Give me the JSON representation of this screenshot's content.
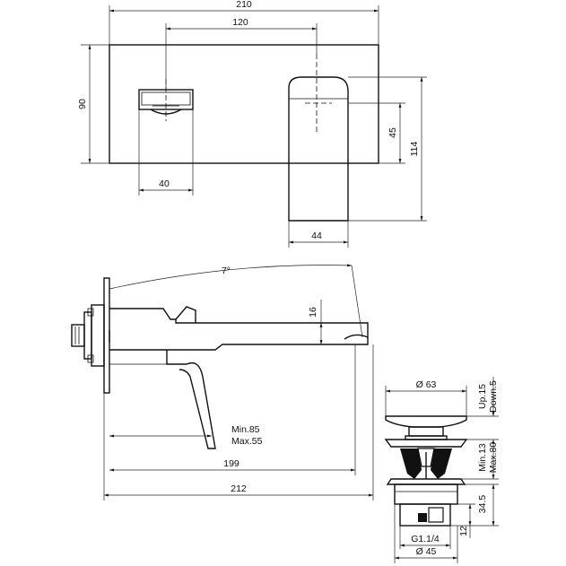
{
  "dimensions": {
    "top_width": "210",
    "spout_spacing": "120",
    "height": "90",
    "lever_width": "40",
    "lever_offset": "45",
    "total_height": "114",
    "handle_width": "44",
    "angle": "7°",
    "spout_thickness": "16",
    "wall_range_min": "Min.85",
    "wall_range_max": "Max.55",
    "reach": "199",
    "total_length": "212",
    "waste_cap_diameter": "Ø 63",
    "waste_travel_up": "Up.15",
    "waste_travel_down": "Down.5",
    "waste_thread_min": "Min.13",
    "waste_thread_max": "Max.80",
    "waste_body_height": "34.5",
    "waste_tail_height": "12",
    "waste_thread": "G1.1/4",
    "waste_base_diameter": "Ø 45"
  }
}
